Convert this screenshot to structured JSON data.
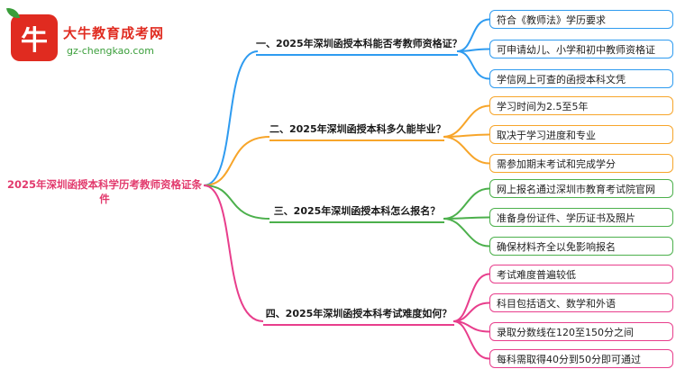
{
  "logo": {
    "badge_char": "牛",
    "title": "大牛教育成考网",
    "subtitle": "gz-chengkao.com",
    "brand_red": "#e02b20",
    "brand_green": "#3a9e3a"
  },
  "root": {
    "label": "2025年深圳函授本科学历考教师资格证条件",
    "color": "#e23a6d"
  },
  "branches": [
    {
      "label": "一、2025年深圳函授本科能否考教师资格证？",
      "color": "#2e9bf0",
      "children": [
        "符合《教师法》学历要求",
        "可申请幼儿、小学和初中教师资格证",
        "学信网上可查的函授本科文凭"
      ]
    },
    {
      "label": "二、2025年深圳函授本科多久能毕业？",
      "color": "#f7a52a",
      "children": [
        "学习时间为2.5至5年",
        "取决于学习进度和专业",
        "需参加期末考试和完成学分"
      ]
    },
    {
      "label": "三、2025年深圳函授本科怎么报名？",
      "color": "#4cb04c",
      "children": [
        "网上报名通过深圳市教育考试院官网",
        "准备身份证件、学历证书及照片",
        "确保材料齐全以免影响报名"
      ]
    },
    {
      "label": "四、2025年深圳函授本科考试难度如何？",
      "color": "#e83e8c",
      "children": [
        "考试难度普遍较低",
        "科目包括语文、数学和外语",
        "录取分数线在120至150分之间",
        "每科需取得40分到50分即可通过"
      ]
    }
  ]
}
